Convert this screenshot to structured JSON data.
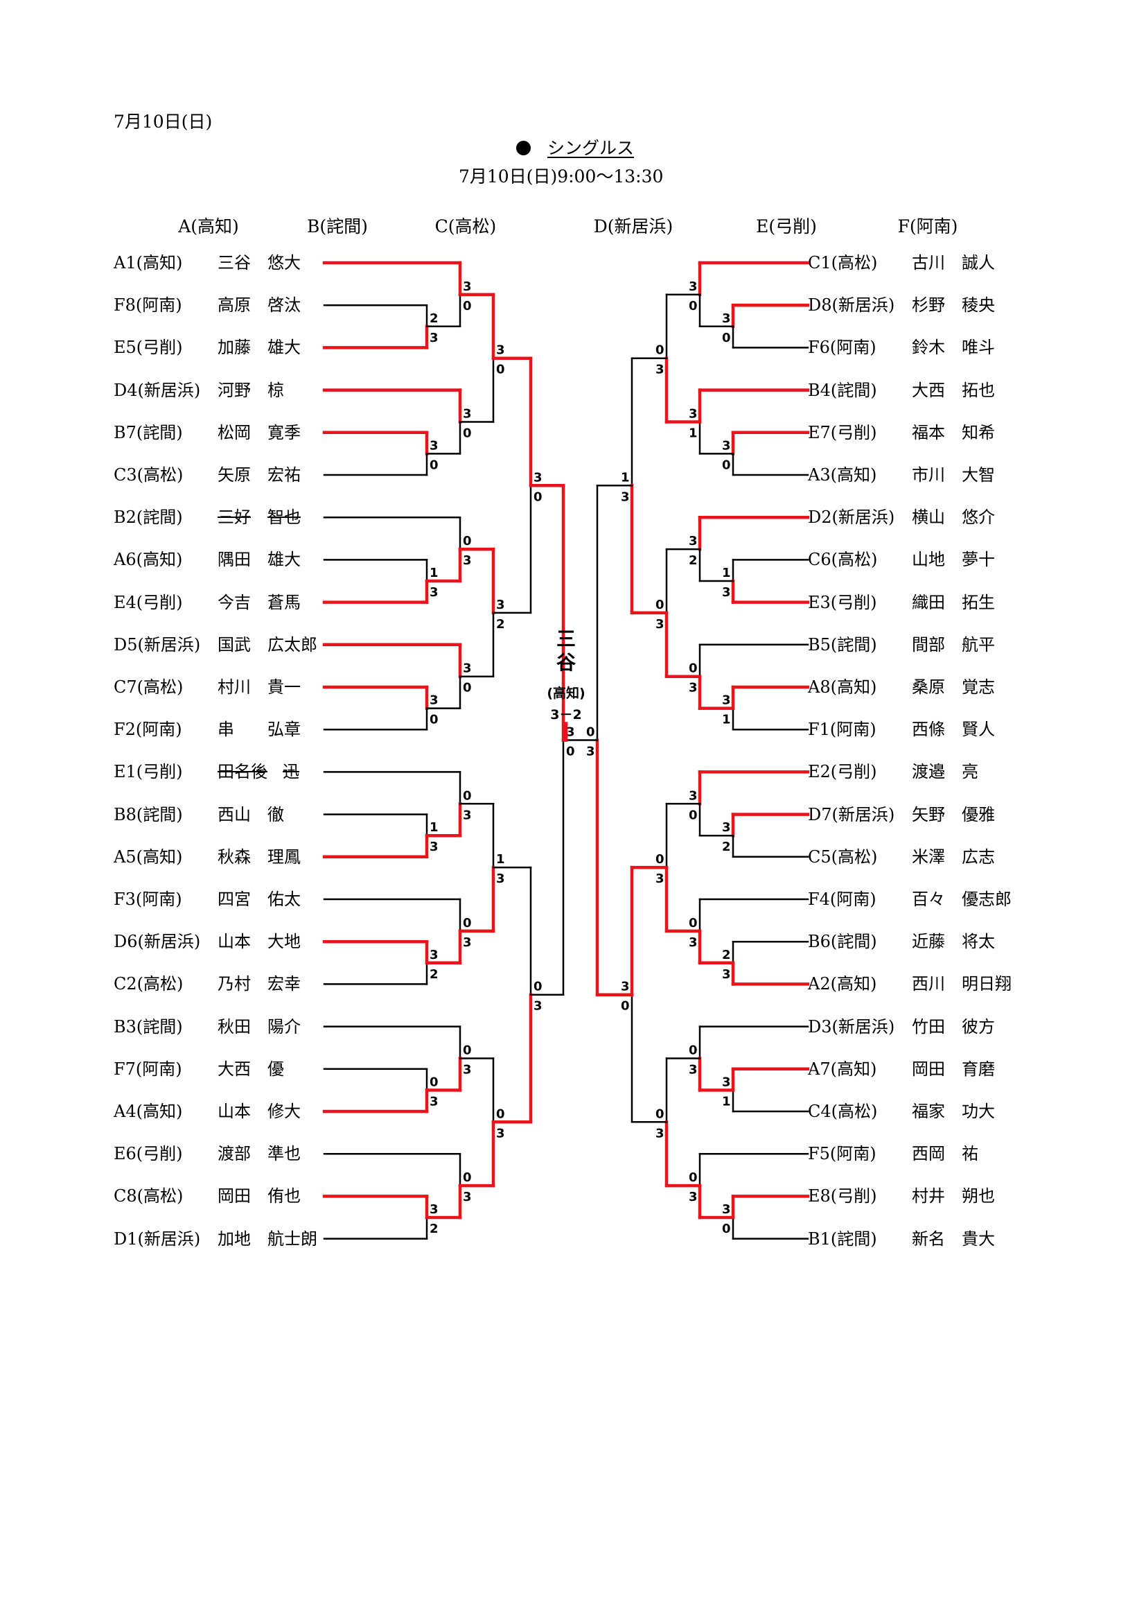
{
  "date": "7月10日(日)",
  "title_marker": "●",
  "title": "シングルス",
  "subtitle": "7月10日(日)9:00～13:30",
  "regions": [
    "A(高知)",
    "B(詫間)",
    "C(高松)",
    "D(新居浜)",
    "E(弓削)",
    "F(阿南)"
  ],
  "colors": {
    "winner_line": "#e8131b",
    "loser_line": "#000000"
  },
  "champion": {
    "name_chars": [
      "三",
      "谷"
    ],
    "school": "(高知)",
    "score": "3－2"
  },
  "left_players": [
    {
      "code": "A1(高知)",
      "surname": "三谷",
      "given": "悠大",
      "withdrawn": false
    },
    {
      "code": "F8(阿南)",
      "surname": "高原",
      "given": "啓汰",
      "withdrawn": false
    },
    {
      "code": "E5(弓削)",
      "surname": "加藤",
      "given": "雄大",
      "withdrawn": false
    },
    {
      "code": "D4(新居浜)",
      "surname": "河野",
      "given": "椋",
      "withdrawn": false
    },
    {
      "code": "B7(詫間)",
      "surname": "松岡",
      "given": "寛季",
      "withdrawn": false
    },
    {
      "code": "C3(高松)",
      "surname": "矢原",
      "given": "宏祐",
      "withdrawn": false
    },
    {
      "code": "B2(詫間)",
      "surname": "三好",
      "given": "智也",
      "withdrawn": true
    },
    {
      "code": "A6(高知)",
      "surname": "隅田",
      "given": "雄大",
      "withdrawn": false
    },
    {
      "code": "E4(弓削)",
      "surname": "今吉",
      "given": "蒼馬",
      "withdrawn": false
    },
    {
      "code": "D5(新居浜)",
      "surname": "国武",
      "given": "広太郎",
      "withdrawn": false
    },
    {
      "code": "C7(高松)",
      "surname": "村川",
      "given": "貴一",
      "withdrawn": false
    },
    {
      "code": "F2(阿南)",
      "surname": "串",
      "given": "弘章",
      "withdrawn": false
    },
    {
      "code": "E1(弓削)",
      "surname": "田名後",
      "given": "迅",
      "withdrawn": true
    },
    {
      "code": "B8(詫間)",
      "surname": "西山",
      "given": "徹",
      "withdrawn": false
    },
    {
      "code": "A5(高知)",
      "surname": "秋森",
      "given": "理鳳",
      "withdrawn": false
    },
    {
      "code": "F3(阿南)",
      "surname": "四宮",
      "given": "佑太",
      "withdrawn": false
    },
    {
      "code": "D6(新居浜)",
      "surname": "山本",
      "given": "大地",
      "withdrawn": false
    },
    {
      "code": "C2(高松)",
      "surname": "乃村",
      "given": "宏幸",
      "withdrawn": false
    },
    {
      "code": "B3(詫間)",
      "surname": "秋田",
      "given": "陽介",
      "withdrawn": false
    },
    {
      "code": "F7(阿南)",
      "surname": "大西",
      "given": "優",
      "withdrawn": false
    },
    {
      "code": "A4(高知)",
      "surname": "山本",
      "given": "修大",
      "withdrawn": false
    },
    {
      "code": "E6(弓削)",
      "surname": "渡部",
      "given": "準也",
      "withdrawn": false
    },
    {
      "code": "C8(高松)",
      "surname": "岡田",
      "given": "侑也",
      "withdrawn": false
    },
    {
      "code": "D1(新居浜)",
      "surname": "加地",
      "given": "航士朗",
      "withdrawn": false
    }
  ],
  "right_players": [
    {
      "code": "C1(高松)",
      "surname": "古川",
      "given": "誠人",
      "withdrawn": false
    },
    {
      "code": "D8(新居浜)",
      "surname": "杉野",
      "given": "稜央",
      "withdrawn": false
    },
    {
      "code": "F6(阿南)",
      "surname": "鈴木",
      "given": "唯斗",
      "withdrawn": false
    },
    {
      "code": "B4(詫間)",
      "surname": "大西",
      "given": "拓也",
      "withdrawn": false
    },
    {
      "code": "E7(弓削)",
      "surname": "福本",
      "given": "知希",
      "withdrawn": false
    },
    {
      "code": "A3(高知)",
      "surname": "市川",
      "given": "大智",
      "withdrawn": false
    },
    {
      "code": "D2(新居浜)",
      "surname": "横山",
      "given": "悠介",
      "withdrawn": false
    },
    {
      "code": "C6(高松)",
      "surname": "山地",
      "given": "夢十",
      "withdrawn": false
    },
    {
      "code": "E3(弓削)",
      "surname": "織田",
      "given": "拓生",
      "withdrawn": false
    },
    {
      "code": "B5(詫間)",
      "surname": "間部",
      "given": "航平",
      "withdrawn": false
    },
    {
      "code": "A8(高知)",
      "surname": "桑原",
      "given": "覚志",
      "withdrawn": false
    },
    {
      "code": "F1(阿南)",
      "surname": "西條",
      "given": "賢人",
      "withdrawn": false
    },
    {
      "code": "E2(弓削)",
      "surname": "渡邉",
      "given": "亮",
      "withdrawn": false
    },
    {
      "code": "D7(新居浜)",
      "surname": "矢野",
      "given": "優雅",
      "withdrawn": false
    },
    {
      "code": "C5(高松)",
      "surname": "米澤",
      "given": "広志",
      "withdrawn": false
    },
    {
      "code": "F4(阿南)",
      "surname": "百々",
      "given": "優志郎",
      "withdrawn": false
    },
    {
      "code": "B6(詫間)",
      "surname": "近藤",
      "given": "将太",
      "withdrawn": false
    },
    {
      "code": "A2(高知)",
      "surname": "西川",
      "given": "明日翔",
      "withdrawn": false
    },
    {
      "code": "D3(新居浜)",
      "surname": "竹田",
      "given": "彼方",
      "withdrawn": false
    },
    {
      "code": "A7(高知)",
      "surname": "岡田",
      "given": "育磨",
      "withdrawn": false
    },
    {
      "code": "C4(高松)",
      "surname": "福家",
      "given": "功大",
      "withdrawn": false
    },
    {
      "code": "F5(阿南)",
      "surname": "西岡",
      "given": "祐",
      "withdrawn": false
    },
    {
      "code": "E8(弓削)",
      "surname": "村井",
      "given": "朔也",
      "withdrawn": false
    },
    {
      "code": "B1(詫間)",
      "surname": "新名",
      "given": "貴大",
      "withdrawn": false
    }
  ],
  "left_scores": {
    "r1": [
      [
        "2",
        "3"
      ],
      [
        "3",
        "0"
      ],
      [
        "1",
        "3"
      ],
      [
        "3",
        "0"
      ],
      [
        "1",
        "3"
      ],
      [
        "3",
        "2"
      ],
      [
        "0",
        "3"
      ],
      [
        "3",
        "2"
      ]
    ],
    "r2": [
      [
        "3",
        "0"
      ],
      [
        "3",
        "0"
      ],
      [
        "0",
        "3"
      ],
      [
        "3",
        "0"
      ],
      [
        "0",
        "3"
      ],
      [
        "0",
        "3"
      ],
      [
        "0",
        "3"
      ],
      [
        "0",
        "3"
      ]
    ],
    "r3": [
      [
        "3",
        "0"
      ],
      [
        "3",
        "2"
      ],
      [
        "1",
        "3"
      ],
      [
        "0",
        "3"
      ]
    ],
    "r4": [
      [
        "3",
        "0"
      ],
      [
        "0",
        "3"
      ]
    ],
    "r5": [
      "3",
      "0"
    ]
  },
  "right_scores": {
    "r1": [
      [
        "3",
        "0"
      ],
      [
        "3",
        "0"
      ],
      [
        "1",
        "3"
      ],
      [
        "3",
        "1"
      ],
      [
        "3",
        "2"
      ],
      [
        "2",
        "3"
      ],
      [
        "3",
        "1"
      ],
      [
        "3",
        "0"
      ]
    ],
    "r2": [
      [
        "3",
        "0"
      ],
      [
        "3",
        "1"
      ],
      [
        "3",
        "2"
      ],
      [
        "0",
        "3"
      ],
      [
        "3",
        "0"
      ],
      [
        "0",
        "3"
      ],
      [
        "0",
        "3"
      ],
      [
        "0",
        "3"
      ]
    ],
    "r3": [
      [
        "0",
        "3"
      ],
      [
        "0",
        "3"
      ],
      [
        "0",
        "3"
      ],
      [
        "0",
        "3"
      ]
    ],
    "r4": [
      [
        "1",
        "3"
      ],
      [
        "3",
        "0"
      ]
    ],
    "r5": [
      "0",
      "3"
    ]
  }
}
